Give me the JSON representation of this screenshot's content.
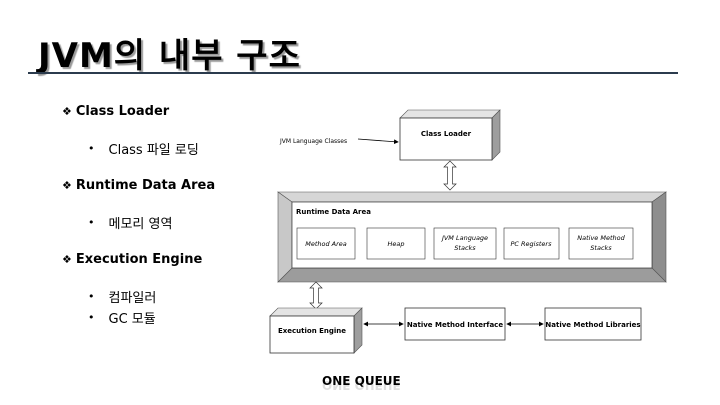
{
  "title": "JVM의 내부 구조",
  "sections": [
    {
      "heading": "Class Loader",
      "items": [
        "Class 파일 로딩"
      ]
    },
    {
      "heading": "Runtime Data Area",
      "items": [
        "메모리 영역"
      ]
    },
    {
      "heading": "Execution Engine",
      "items": [
        "컴파일러",
        "GC 모듈"
      ]
    }
  ],
  "diagram": {
    "source_label": "JVM Language Classes",
    "class_loader": "Class Loader",
    "runtime_area": "Runtime Data Area",
    "cells": [
      [
        "Method Area"
      ],
      [
        "Heap"
      ],
      [
        "JVM Language",
        "Stacks"
      ],
      [
        "PC Registers"
      ],
      [
        "Native Method",
        "Stacks"
      ]
    ],
    "execution_engine": "Execution Engine",
    "native_interface": "Native Method Interface",
    "native_libraries": "Native Method Libraries"
  },
  "footer": "ONE QUEUE",
  "colors": {
    "rule": "#2b3b4d",
    "box_shade": "#b0b0b0",
    "bevel": "#8c8c8c"
  }
}
